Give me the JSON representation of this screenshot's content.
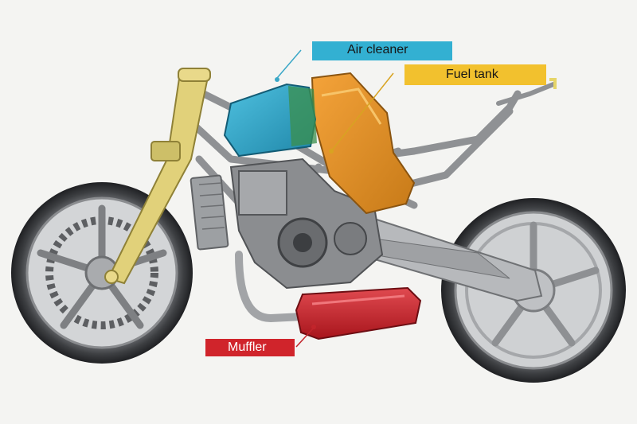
{
  "labels": {
    "air_cleaner": "Air cleaner",
    "fuel_tank": "Fuel tank",
    "muffler": "Muffler"
  },
  "colors": {
    "air_cleaner": "#33b0d2",
    "fuel_tank": "#f2c12e",
    "muffler": "#d0242b",
    "frame": "#9a9c9e",
    "fork": "#e4d27a",
    "tire": "#3d3f42",
    "background": "#f4f4f2"
  }
}
